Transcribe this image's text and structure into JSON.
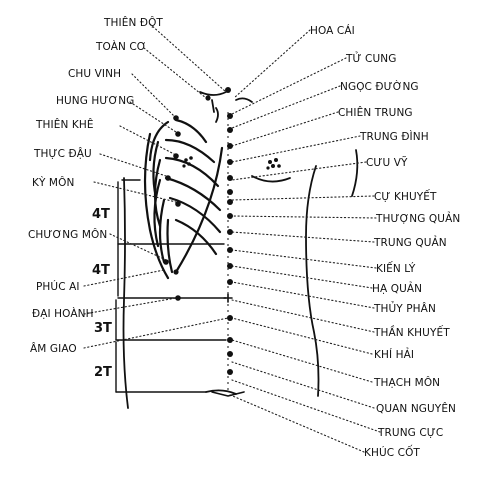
{
  "colors": {
    "ink": "#111111",
    "background": "#ffffff"
  },
  "labels": {
    "left": {
      "thien_dot": "THIÊN ĐỘT",
      "toan_co": "TOÀN CƠ",
      "chu_vinh": "CHU VINH",
      "hung_huong": "HUNG HƯƠNG",
      "thien_khe": "THIÊN KHÊ",
      "thuc_dau": "THỰC ĐẬU",
      "ky_mon": "KỲ MÔN",
      "chuong_mon": "CHƯƠNG MÔN",
      "phuc_ai": "PHÚC AI",
      "dai_hoanh": "ĐẠI HOÀNH",
      "am_giao": "ÂM GIAO"
    },
    "right": {
      "hoa_cai": "HOA CÁI",
      "tu_cung": "TỬ CUNG",
      "ngoc_duong": "NGỌC ĐƯỜNG",
      "chien_trung": "CHIÊN TRUNG",
      "trung_dinh": "TRUNG ĐÌNH",
      "cuu_vy": "CƯU VỸ",
      "cu_khuyet": "CỰ KHUYẾT",
      "thuong_quan": "THƯỢNG QUẢN",
      "trung_quan": "TRUNG QUẢN",
      "kien_ly": "KIẾN LÝ",
      "ha_quan": "HẠ QUẢN",
      "thuy_phan": "THỦY PHÂN",
      "than_khuyet": "THẦN KHUYẾT",
      "khi_hai": "KHÍ HẢI",
      "thach_mon": "THẠCH MÔN",
      "quan_nguyen": "QUAN NGUYÊN",
      "trung_cuc": "TRUNG CỰC",
      "khuc_cot": "KHÚC CỐT"
    }
  },
  "measures": [
    "4T",
    "4T",
    "3T",
    "2T"
  ]
}
